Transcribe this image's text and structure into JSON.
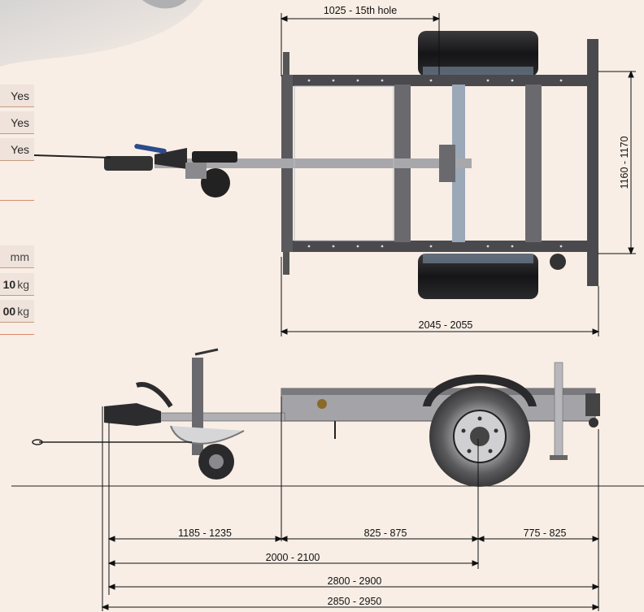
{
  "spec_rows": [
    {
      "value": "Yes"
    },
    {
      "value": "Yes"
    },
    {
      "value": "Yes"
    }
  ],
  "spec_rows_units": [
    {
      "value": "",
      "unit": "mm"
    },
    {
      "value": "10",
      "unit": "kg"
    },
    {
      "value": "00",
      "unit": "kg"
    }
  ],
  "dimensions": {
    "hole_position": "1025 - 15th hole",
    "track_width": "1160 - 1170",
    "frame_length": "2045 - 2055",
    "drawbar_length": "1185 - 1235",
    "axle_to_front": "825 - 875",
    "rear_overhang": "775 - 825",
    "to_axle": "2000 - 2100",
    "overall_length": "2800 - 2900",
    "total_length": "2850 - 2950"
  },
  "colors": {
    "background": "#f8eee6",
    "frame_dark": "#4a4a4e",
    "frame_light": "#a8a8ac",
    "tire": "#1e1e20",
    "accent_line": "#d9896a"
  }
}
